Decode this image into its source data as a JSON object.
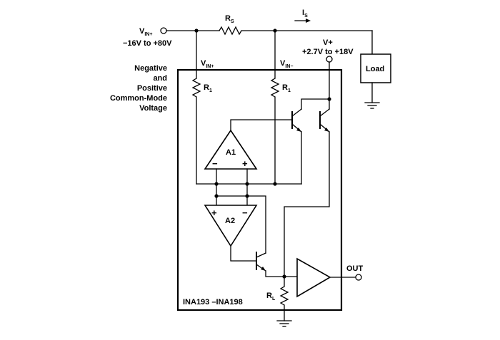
{
  "labels": {
    "vin_plus_main": "V",
    "vin_plus_main_sub": "IN+",
    "vin_plus_range": "−16V to +80V",
    "rs": "R",
    "rs_sub": "S",
    "is": "I",
    "is_sub": "S",
    "vplus": "V+",
    "vplus_range": "+2.7V to +18V",
    "load": "Load",
    "cm_line1": "Negative",
    "cm_line2": "and",
    "cm_line3": "Positive",
    "cm_line4": "Common-Mode",
    "cm_line5": "Voltage",
    "vin_plus_inner": "V",
    "vin_plus_inner_sub": "IN+",
    "vin_minus_inner": "V",
    "vin_minus_inner_sub": "IN−",
    "r1_left": "R",
    "r1_left_sub": "1",
    "r1_right": "R",
    "r1_right_sub": "1",
    "a1": "A1",
    "a1_minus": "−",
    "a1_plus": "+",
    "a2": "A2",
    "a2_plus": "+",
    "a2_minus": "−",
    "rl": "R",
    "rl_sub": "L",
    "out": "OUT",
    "part": "INA193 –INA198"
  },
  "icons": [
    "input-terminal-icon",
    "resistor-icon",
    "op-amp-icon",
    "transistor-icon",
    "ground-icon",
    "current-arrow-icon"
  ]
}
